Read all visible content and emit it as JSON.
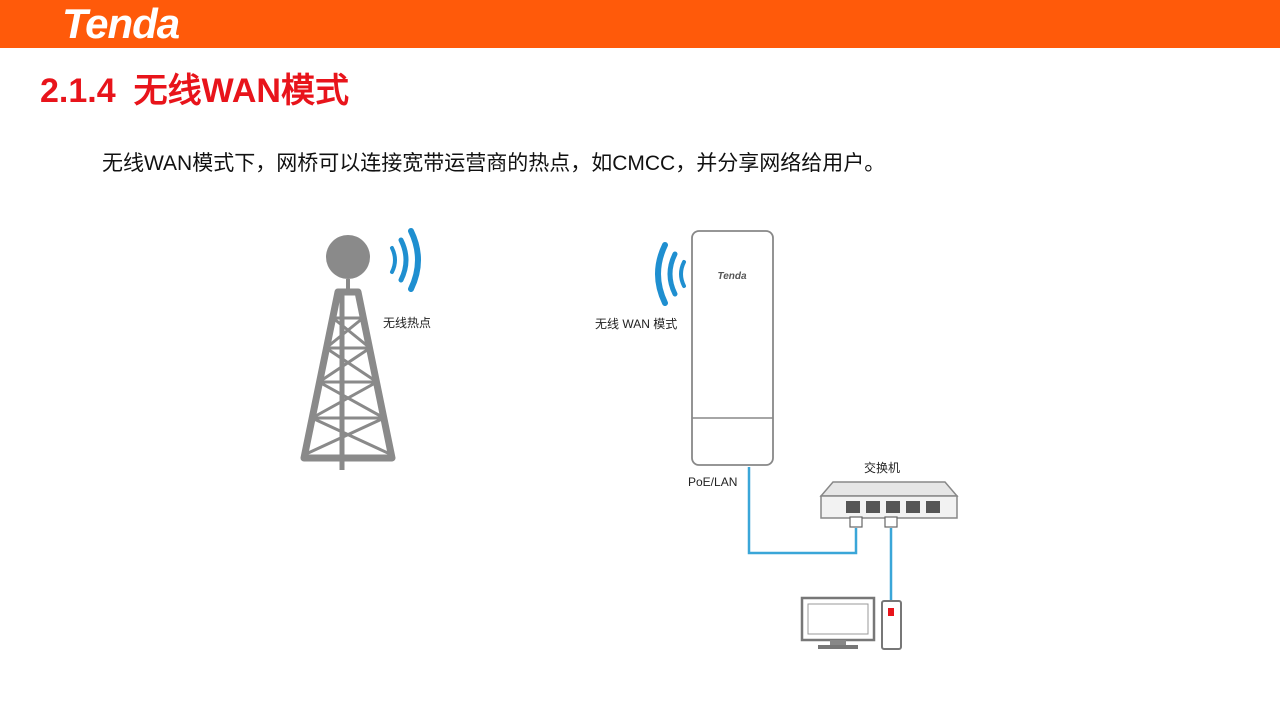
{
  "header": {
    "brand": "Tenda",
    "brand_color": "#ff5a0a"
  },
  "slide": {
    "section_number": "2.1.4",
    "title": "无线WAN模式",
    "title_color": "#e8141b",
    "description": "无线WAN模式下，网桥可以连接宽带运营商的热点，如CMCC，并分享网络给用户。"
  },
  "diagram": {
    "hotspot_label": "无线热点",
    "bridge_label": "无线 WAN 模式",
    "bridge_logo": "Tenda",
    "port_label": "PoE/LAN",
    "switch_label": "交换机",
    "cable_color": "#3aa6d8",
    "signal_color": "#1f8fd0",
    "icons": [
      "tower-icon",
      "wifi-signal-icon",
      "cpe-bridge-icon",
      "switch-icon",
      "monitor-icon",
      "phone-icon"
    ]
  }
}
